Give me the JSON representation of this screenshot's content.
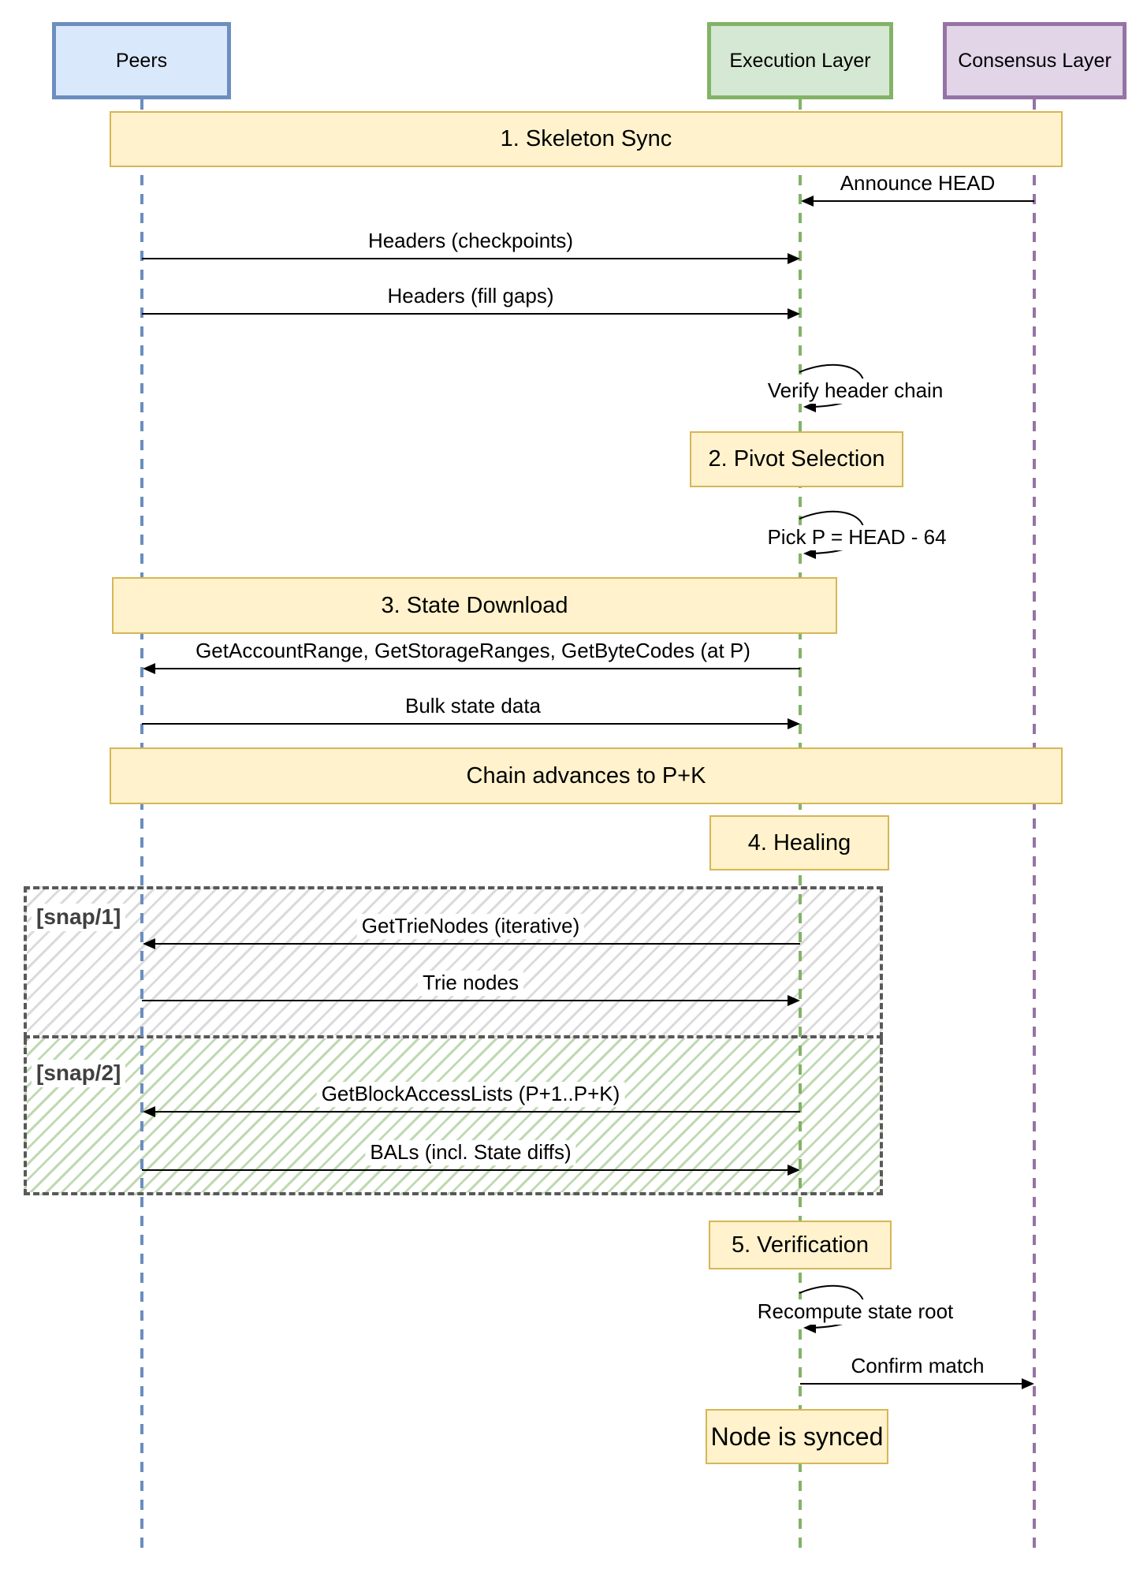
{
  "actors": {
    "peers": "Peers",
    "execution": "Execution Layer",
    "consensus": "Consensus Layer"
  },
  "banners": {
    "skeleton_sync": "1. Skeleton Sync",
    "pivot_selection": "2. Pivot Selection",
    "state_download": "3. State Download",
    "chain_advances": "Chain advances to P+K",
    "healing": "4. Healing",
    "verification": "5. Verification",
    "node_synced": "Node is synced"
  },
  "messages": {
    "announce_head": "Announce HEAD",
    "headers_checkpoints": "Headers (checkpoints)",
    "headers_fill_gaps": "Headers (fill gaps)",
    "verify_header_chain": "Verify header chain",
    "pick_pivot": "Pick P = HEAD - 64",
    "get_account_range": "GetAccountRange, GetStorageRanges, GetByteCodes (at P)",
    "bulk_state_data": "Bulk state data",
    "get_trie_nodes": "GetTrieNodes (iterative)",
    "trie_nodes": "Trie nodes",
    "get_block_access_lists": "GetBlockAccessLists (P+1..P+K)",
    "bals": "BALs (incl. State diffs)",
    "recompute_state_root": "Recompute state root",
    "confirm_match": "Confirm match"
  },
  "frames": {
    "snap1_label": "[snap/1]",
    "snap2_label": "[snap/2]"
  },
  "colors": {
    "peers_fill": "#dae8fc",
    "peers_stroke": "#6c8ebf",
    "execution_fill": "#d5e8d4",
    "execution_stroke": "#82b366",
    "consensus_fill": "#e1d5e7",
    "consensus_stroke": "#9673a6",
    "banner_fill": "#fff2cc",
    "banner_stroke": "#d6b656",
    "frame_stroke": "#595959",
    "arrow": "#000000"
  }
}
